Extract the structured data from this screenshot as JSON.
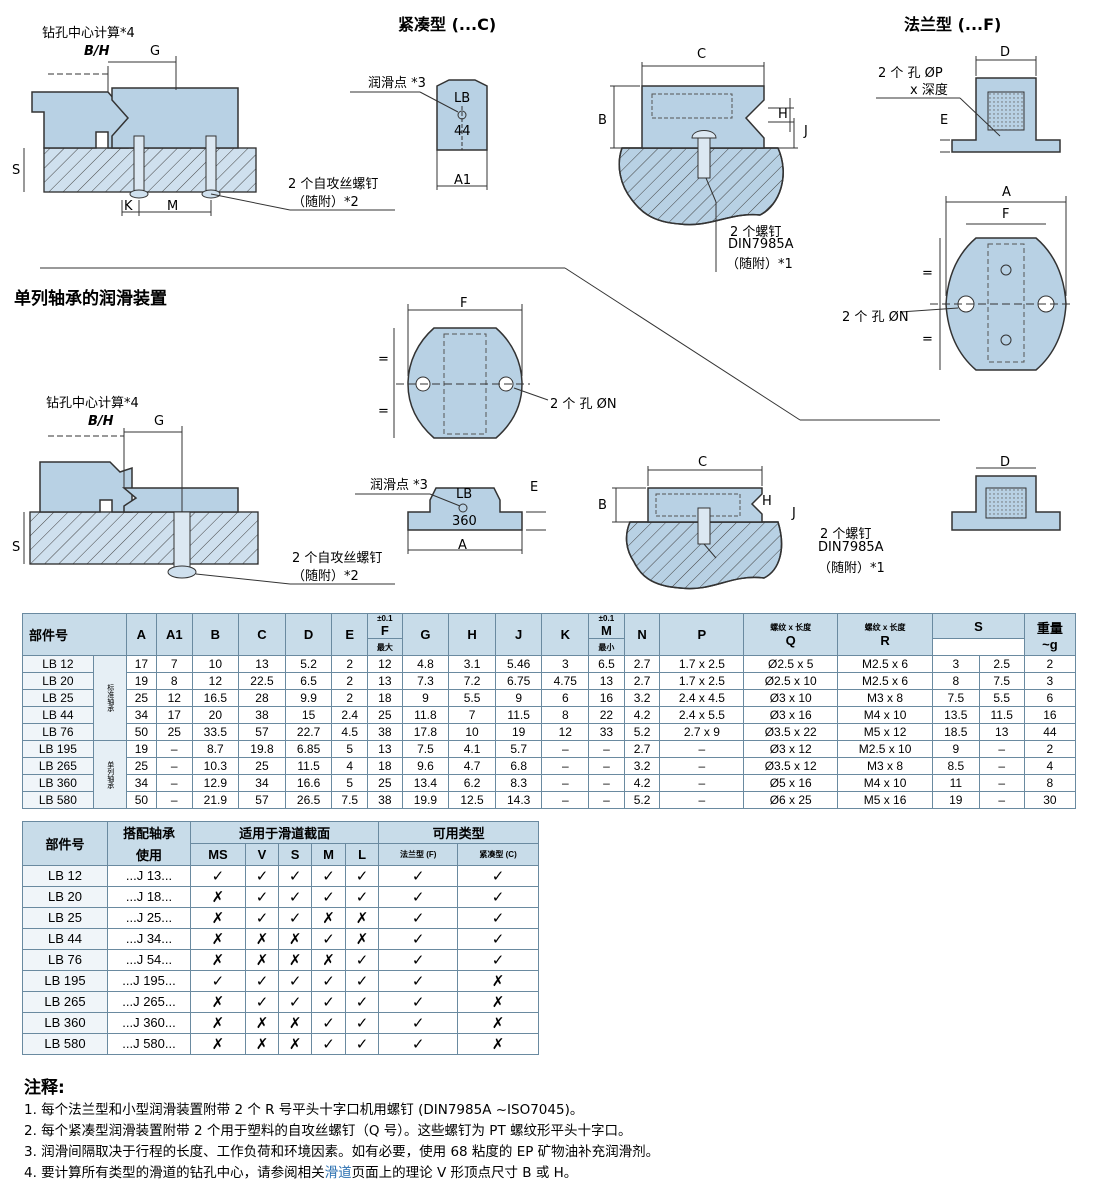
{
  "headings": {
    "compact": "紧凑型 (...C)",
    "flange": "法兰型 (...F)",
    "single_row": "单列轴承的润滑装置"
  },
  "callouts": {
    "drill_calc": "钻孔中心计算*4",
    "bh": "B/H",
    "g": "G",
    "s": "S",
    "k": "K",
    "m": "M",
    "self_tap_line1": "2 个自攻丝螺钉",
    "self_tap_line2": "（随附）*2",
    "lube_point": "润滑点 *3",
    "lb": "LB",
    "n44": "44",
    "n360": "360",
    "a1": "A1",
    "a": "A",
    "b": "B",
    "c": "C",
    "d": "D",
    "e": "E",
    "f": "F",
    "h": "H",
    "j": "J",
    "screw_line1": "2 个螺钉",
    "screw_line2": "DIN7985A",
    "screw_line3": "（随附）*1",
    "hole_p": "2 个 孔 ØP",
    "depth": "x 深度",
    "hole_n": "2 个 孔 ØN",
    "eq": "="
  },
  "spec_table": {
    "tol": "±0.1",
    "part_header": "部件号",
    "thread_len": "螺纹 x 长度",
    "max": "最大",
    "min": "最小",
    "weight": "重量",
    "weight_unit": "~g",
    "columns": [
      "A",
      "A1",
      "B",
      "C",
      "D",
      "E",
      "F",
      "G",
      "H",
      "J",
      "K",
      "M",
      "N",
      "P",
      "Q",
      "R"
    ],
    "s_header": "S",
    "group_standard": "标准轴承",
    "group_single": "单列轴承",
    "rows": [
      [
        "LB 12",
        "17",
        "7",
        "10",
        "13",
        "5.2",
        "2",
        "12",
        "4.8",
        "3.1",
        "5.46",
        "3",
        "6.5",
        "2.7",
        "1.7 x 2.5",
        "Ø2.5 x 5",
        "M2.5 x 6",
        "3",
        "2.5",
        "2"
      ],
      [
        "LB 20",
        "19",
        "8",
        "12",
        "22.5",
        "6.5",
        "2",
        "13",
        "7.3",
        "7.2",
        "6.75",
        "4.75",
        "13",
        "2.7",
        "1.7 x 2.5",
        "Ø2.5 x 10",
        "M2.5 x 6",
        "8",
        "7.5",
        "3"
      ],
      [
        "LB 25",
        "25",
        "12",
        "16.5",
        "28",
        "9.9",
        "2",
        "18",
        "9",
        "5.5",
        "9",
        "6",
        "16",
        "3.2",
        "2.4 x 4.5",
        "Ø3 x 10",
        "M3 x 8",
        "7.5",
        "5.5",
        "6"
      ],
      [
        "LB 44",
        "34",
        "17",
        "20",
        "38",
        "15",
        "2.4",
        "25",
        "11.8",
        "7",
        "11.5",
        "8",
        "22",
        "4.2",
        "2.4 x 5.5",
        "Ø3 x 16",
        "M4 x 10",
        "13.5",
        "11.5",
        "16"
      ],
      [
        "LB 76",
        "50",
        "25",
        "33.5",
        "57",
        "22.7",
        "4.5",
        "38",
        "17.8",
        "10",
        "19",
        "12",
        "33",
        "5.2",
        "2.7 x 9",
        "Ø3.5 x 22",
        "M5 x 12",
        "18.5",
        "13",
        "44"
      ],
      [
        "LB 195",
        "19",
        "–",
        "8.7",
        "19.8",
        "6.85",
        "5",
        "13",
        "7.5",
        "4.1",
        "5.7",
        "–",
        "–",
        "2.7",
        "–",
        "Ø3 x 12",
        "M2.5 x 10",
        "9",
        "–",
        "2"
      ],
      [
        "LB 265",
        "25",
        "–",
        "10.3",
        "25",
        "11.5",
        "4",
        "18",
        "9.6",
        "4.7",
        "6.8",
        "–",
        "–",
        "3.2",
        "–",
        "Ø3.5 x 12",
        "M3 x 8",
        "8.5",
        "–",
        "4"
      ],
      [
        "LB 360",
        "34",
        "–",
        "12.9",
        "34",
        "16.6",
        "5",
        "25",
        "13.4",
        "6.2",
        "8.3",
        "–",
        "–",
        "4.2",
        "–",
        "Ø5 x 16",
        "M4 x 10",
        "11",
        "–",
        "8"
      ],
      [
        "LB 580",
        "50",
        "–",
        "21.9",
        "57",
        "26.5",
        "7.5",
        "38",
        "19.9",
        "12.5",
        "14.3",
        "–",
        "–",
        "5.2",
        "–",
        "Ø6 x 25",
        "M5 x 16",
        "19",
        "–",
        "30"
      ]
    ]
  },
  "compat_table": {
    "part_header": "部件号",
    "bearing_header_1": "搭配轴承",
    "bearing_header_2": "使用",
    "rail_header": "适用于滑道截面",
    "type_header": "可用类型",
    "rails": [
      "MS",
      "V",
      "S",
      "M",
      "L"
    ],
    "flange_type": "法兰型 (F)",
    "compact_type": "紧凑型 (C)",
    "rows": [
      [
        "LB 12",
        "...J 13...",
        "✓",
        "✓",
        "✓",
        "✓",
        "✓",
        "✓",
        "✓"
      ],
      [
        "LB 20",
        "...J 18...",
        "✗",
        "✓",
        "✓",
        "✓",
        "✓",
        "✓",
        "✓"
      ],
      [
        "LB 25",
        "...J 25...",
        "✗",
        "✓",
        "✓",
        "✗",
        "✗",
        "✓",
        "✓"
      ],
      [
        "LB 44",
        "...J 34...",
        "✗",
        "✗",
        "✗",
        "✓",
        "✗",
        "✓",
        "✓"
      ],
      [
        "LB 76",
        "...J 54...",
        "✗",
        "✗",
        "✗",
        "✗",
        "✓",
        "✓",
        "✓"
      ],
      [
        "LB 195",
        "...J 195...",
        "✓",
        "✓",
        "✓",
        "✓",
        "✓",
        "✓",
        "✗"
      ],
      [
        "LB 265",
        "...J 265...",
        "✗",
        "✓",
        "✓",
        "✓",
        "✓",
        "✓",
        "✗"
      ],
      [
        "LB 360",
        "...J 360...",
        "✗",
        "✗",
        "✗",
        "✓",
        "✓",
        "✓",
        "✗"
      ],
      [
        "LB 580",
        "...J 580...",
        "✗",
        "✗",
        "✗",
        "✓",
        "✓",
        "✓",
        "✗"
      ]
    ]
  },
  "notes": {
    "title": "注释:",
    "n1": "1.  每个法兰型和小型润滑装置附带 2 个 R 号平头十字口机用螺钉 (DIN7985A ~ISO7045)。",
    "n2": "2.  每个紧凑型润滑装置附带 2 个用于塑料的自攻丝螺钉（Q 号）。这些螺钉为 PT 螺纹形平头十字口。",
    "n3": "3.  润滑间隔取决于行程的长度、工作负荷和环境因素。如有必要，使用 68 粘度的 EP 矿物油补充润滑剂。",
    "n4_a": "4.  要计算所有类型的滑道的钻孔中心，请参阅相关",
    "n4_link": "滑道",
    "n4_b": "页面上的理论 V 形顶点尺寸 B 或 H。"
  }
}
